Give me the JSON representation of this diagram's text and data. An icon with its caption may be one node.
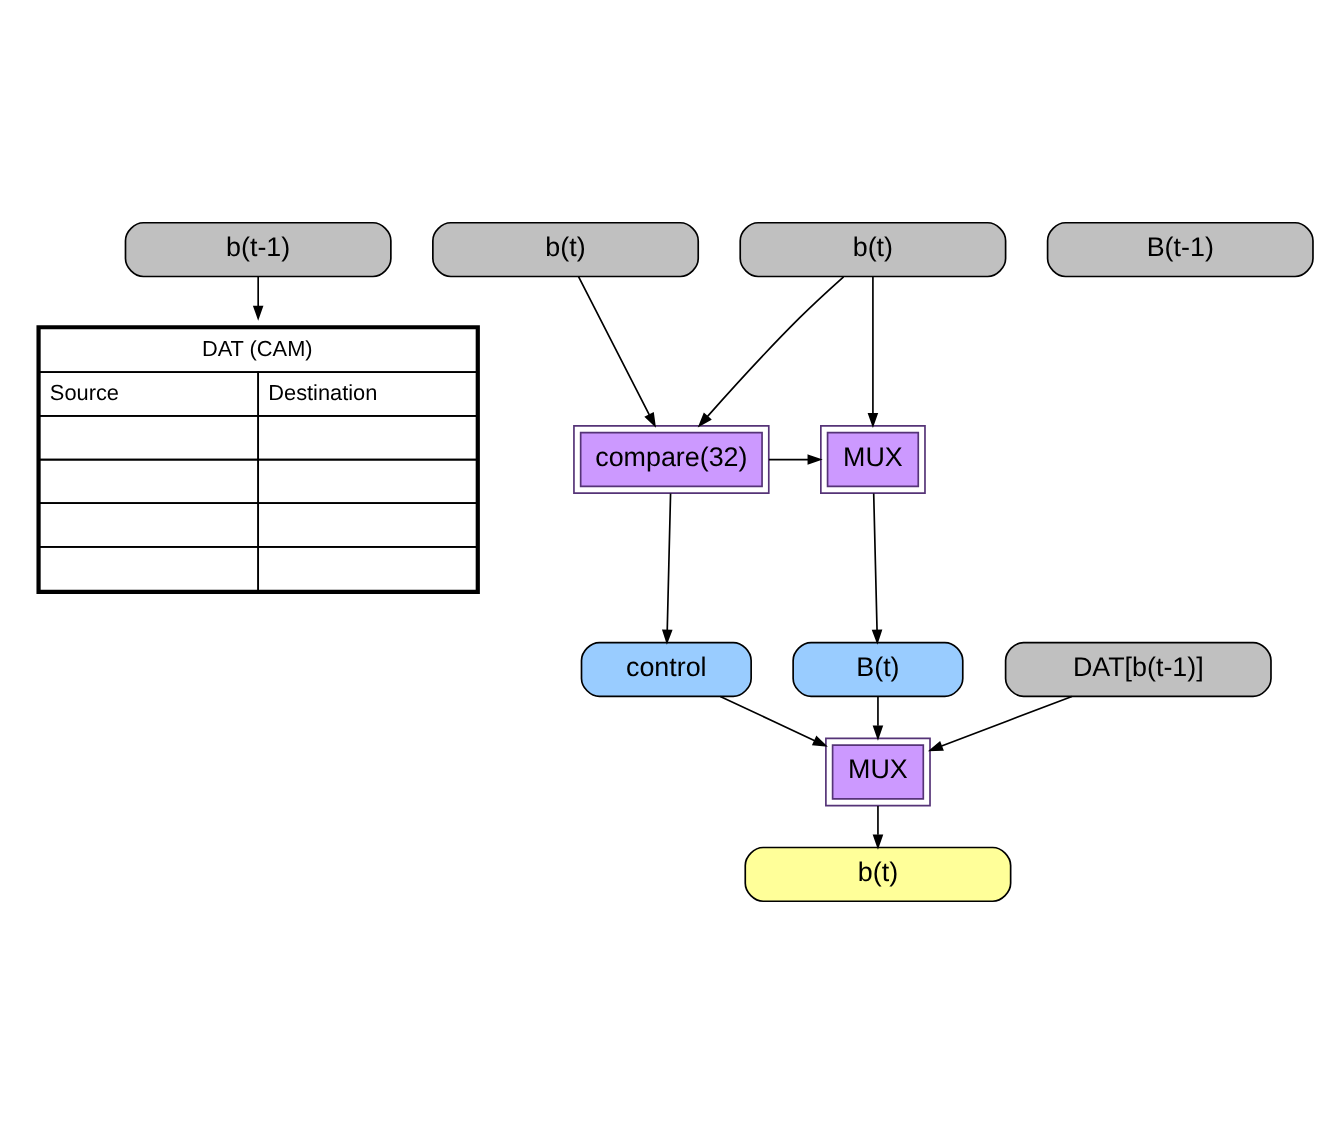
{
  "diagram": {
    "nodes": [
      {
        "text": [
          "b(t-1)"
        ]
      },
      {
        "text": [
          "DAT (CAM)",
          "Source",
          "Destination"
        ]
      },
      {
        "text": [
          "b(t)"
        ]
      },
      {
        "text": [
          "B(t-1)"
        ]
      },
      {
        "text": [
          "b(t)"
        ]
      },
      {
        "text": [
          "compare(32)"
        ]
      },
      {
        "text": [
          "MUX"
        ]
      },
      {
        "text": [
          "control"
        ]
      },
      {
        "text": [
          "B(t)"
        ]
      },
      {
        "text": [
          "DAT[b(t-1)]"
        ]
      },
      {
        "text": [
          "MUX"
        ]
      },
      {
        "text": [
          "b(t)"
        ]
      }
    ],
    "edges": [
      {
        "from": 0,
        "to": 1,
        "arrow": "to"
      },
      {
        "from": 2,
        "to": 5,
        "arrow": "to"
      },
      {
        "from": 4,
        "to": 5,
        "arrow": "to"
      },
      {
        "from": 4,
        "to": 6,
        "arrow": "to"
      },
      {
        "from": 5,
        "to": 6,
        "arrow": "to"
      },
      {
        "from": 5,
        "to": 7,
        "arrow": "to"
      },
      {
        "from": 6,
        "to": 8,
        "arrow": "to"
      },
      {
        "from": 7,
        "to": 10,
        "arrow": "to"
      },
      {
        "from": 8,
        "to": 10,
        "arrow": "to"
      },
      {
        "from": 9,
        "to": 10,
        "arrow": "to"
      },
      {
        "from": 10,
        "to": 11,
        "arrow": "to"
      }
    ]
  }
}
